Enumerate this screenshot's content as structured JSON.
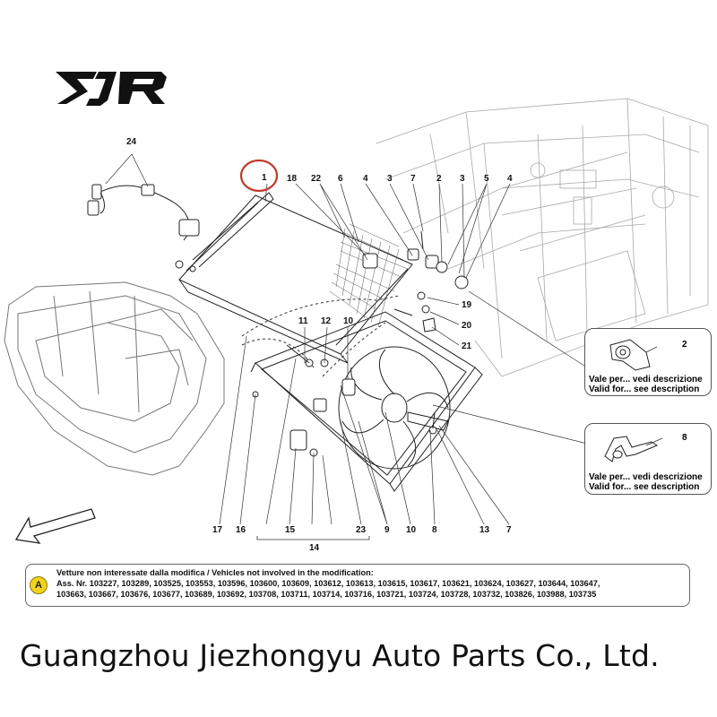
{
  "logo": {
    "text": "EJR"
  },
  "callouts": {
    "c1": "1",
    "c18": "18",
    "c22": "22",
    "c6": "6",
    "c4a": "4",
    "c3a": "3",
    "c7a": "7",
    "c2": "2",
    "c3b": "3",
    "c5": "5",
    "c4b": "4",
    "c24": "24",
    "c19": "19",
    "c20": "20",
    "c21": "21",
    "c11": "11",
    "c12": "12",
    "c10a": "10",
    "c17": "17",
    "c16": "16",
    "c15": "15",
    "c23": "23",
    "c9": "9",
    "c10b": "10",
    "c8": "8",
    "c13": "13",
    "c7b": "7",
    "c14": "14"
  },
  "details": {
    "d2": {
      "num": "2",
      "line1": "Vale per... vedi descrizione",
      "line2": "Valid for... see description"
    },
    "d8": {
      "num": "8",
      "line1": "Vale per... vedi descrizione",
      "line2": "Valid for... see description"
    }
  },
  "notice": {
    "badge": "A",
    "line1": "Vetture non interessate dalla modifica / Vehicles not involved in the modification:",
    "line2": "Ass. Nr. 103227, 103289, 103525, 103553, 103596, 103600, 103609, 103612, 103613, 103615, 103617, 103621, 103624, 103627, 103644, 103647,",
    "line3": "103663, 103667, 103676, 103677, 103689, 103692, 103708, 103711, 103714, 103716, 103721, 103724, 103728, 103732, 103826, 103988, 103735"
  },
  "company": "Guangzhou Jiezhongyu Auto Parts Co., Ltd.",
  "colors": {
    "highlight": "#c0392b",
    "badge": "#f2d21c",
    "ink": "#111111",
    "sketch": "#9a9a9a"
  }
}
